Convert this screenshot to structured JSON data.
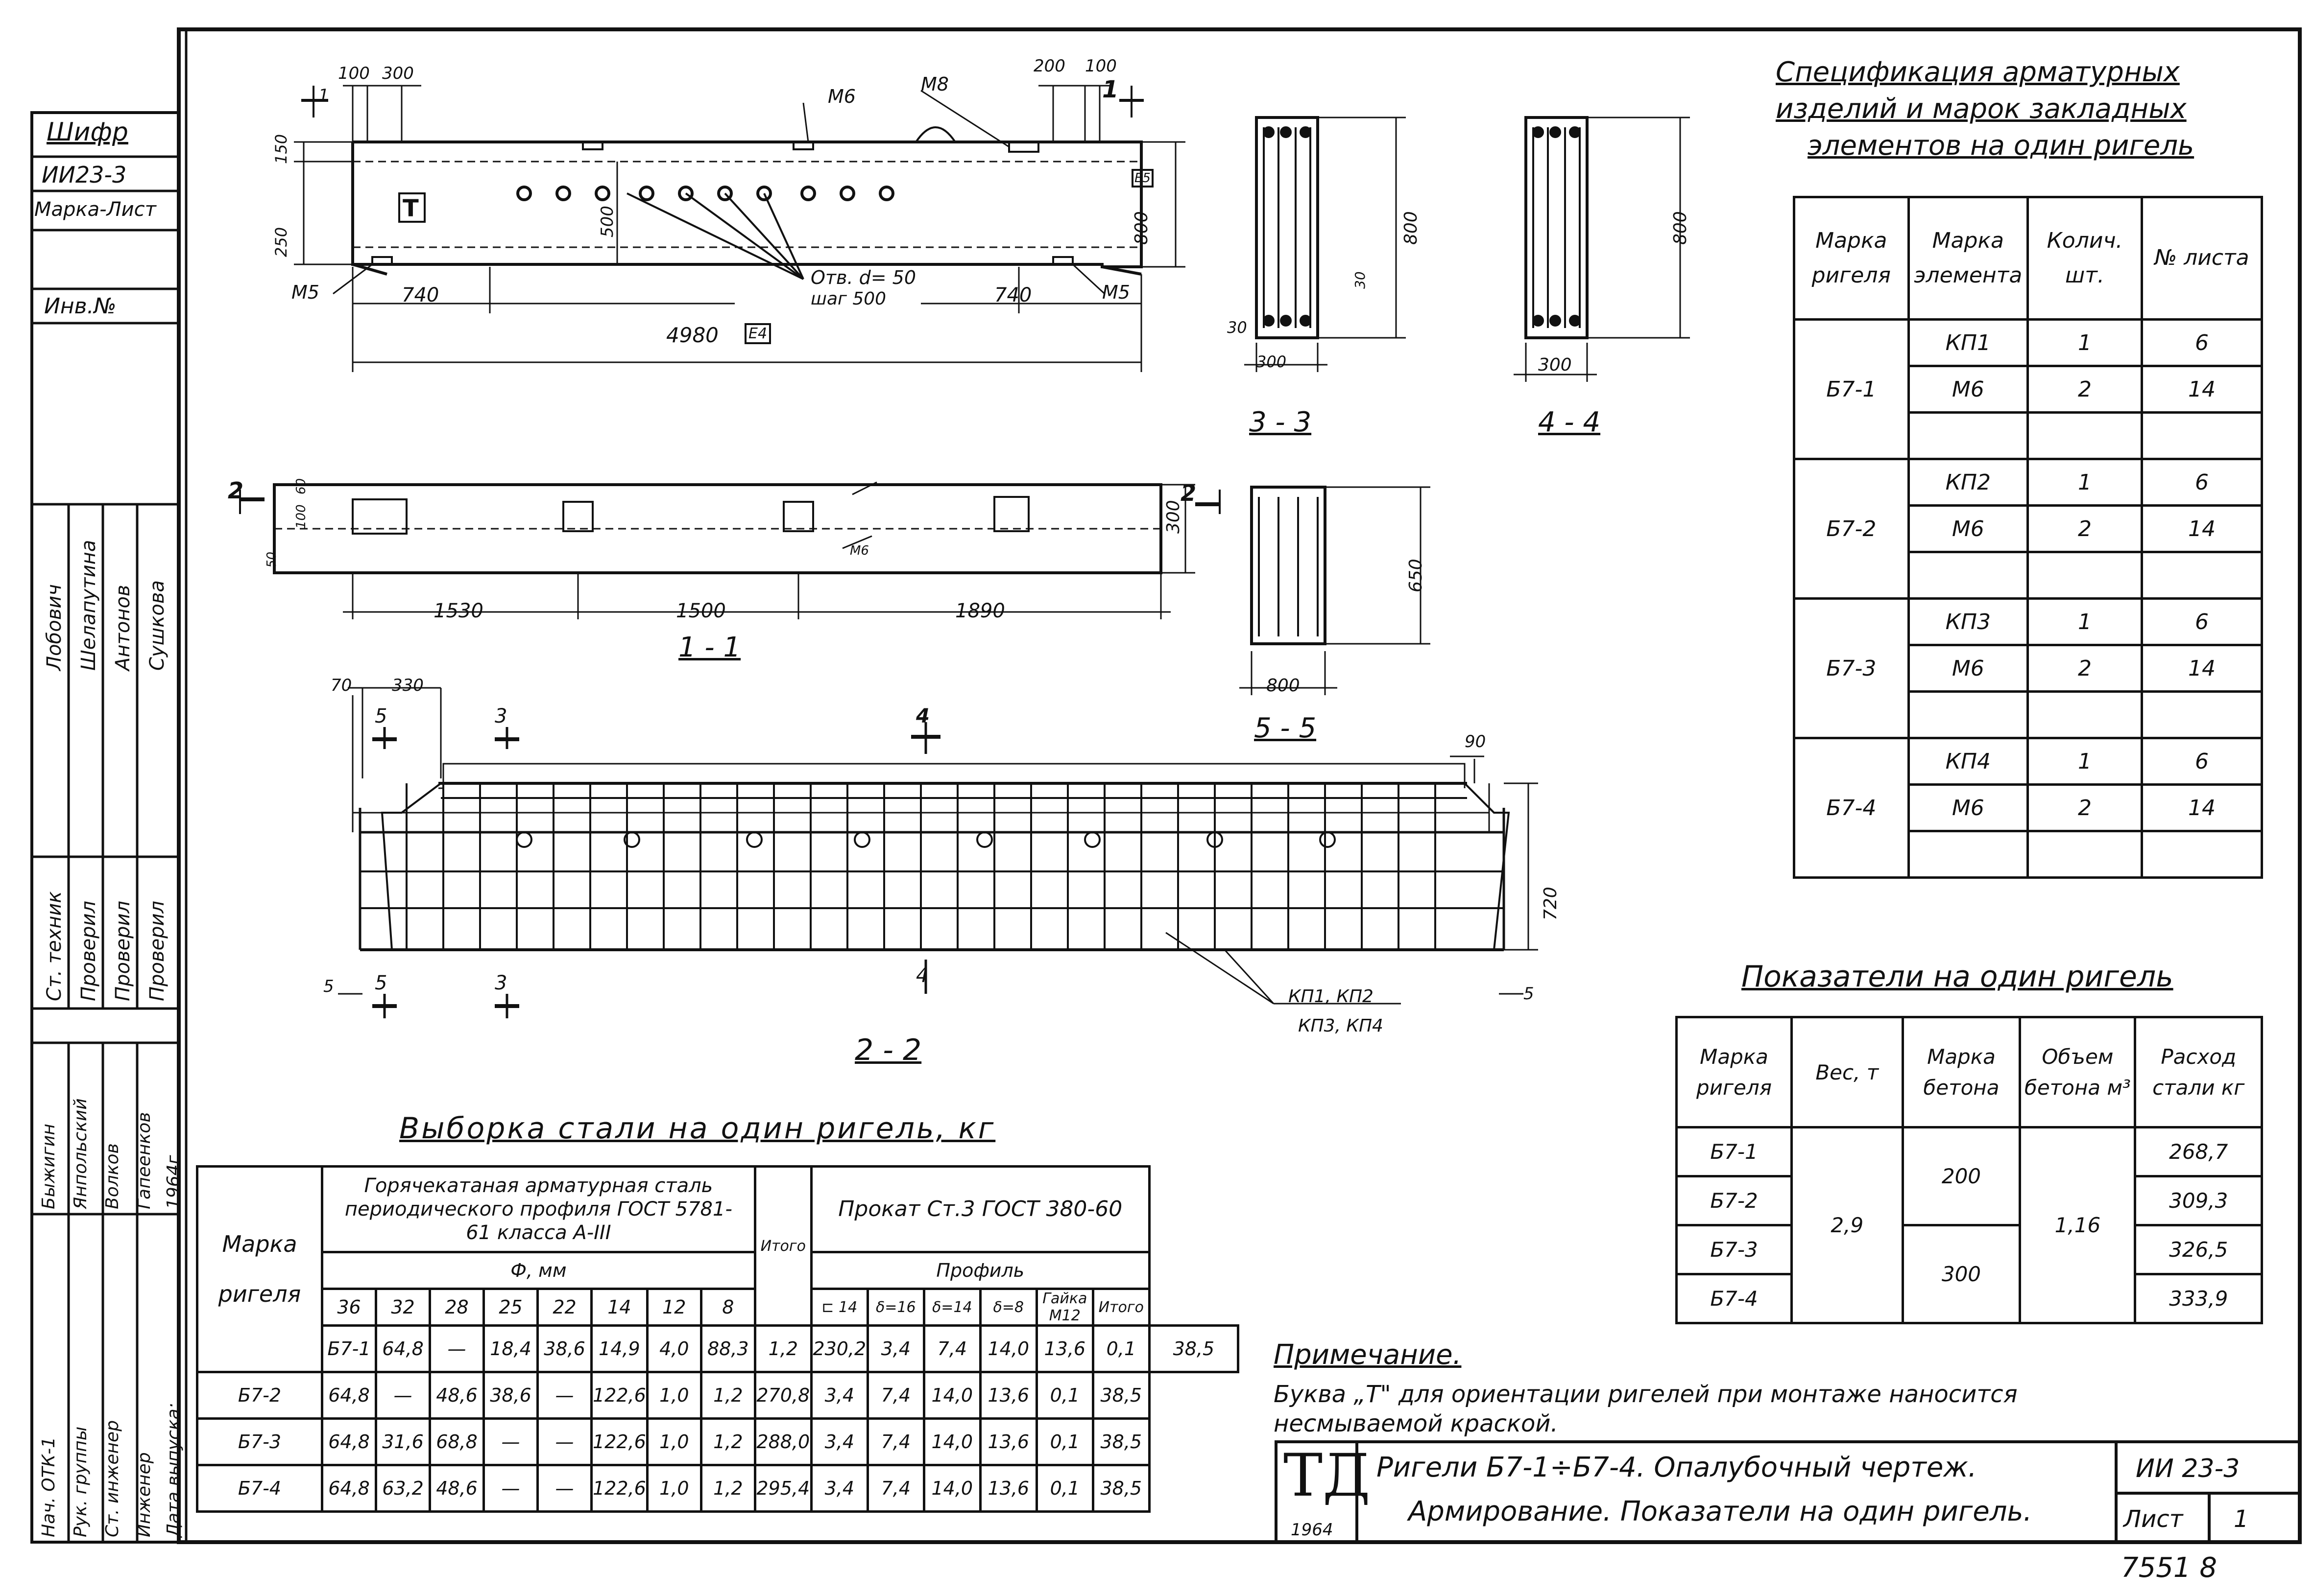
{
  "side_stamp": {
    "shifr_label": "Шифр",
    "shifr_value": "ИИ23-3",
    "marka_label": "Марка-Лист",
    "inv_label": "Инв.№",
    "roles": [
      {
        "role": "Нач. ОТК-1",
        "name": "Быжигин"
      },
      {
        "role": "Рук. группы",
        "name": "Янпольский"
      },
      {
        "role": "Ст. инженер",
        "name": "Волков"
      },
      {
        "role": "Инженер",
        "name": "Гапеенков"
      },
      {
        "role": "Дата выпуска:",
        "name": "1964г."
      }
    ],
    "roles2": [
      {
        "role": "Ст. техник",
        "name": "Лобович"
      },
      {
        "role": "Проверил",
        "name": "Шелапутина"
      },
      {
        "role": "Проверил",
        "name": "Антонов"
      },
      {
        "role": "Проверил",
        "name": "Сушкова"
      }
    ]
  },
  "drawing": {
    "elev_dims": {
      "d100": "100",
      "d300": "300",
      "d200": "200",
      "d100b": "100",
      "d150": "150",
      "d250": "250",
      "d500": "500",
      "d800": "800",
      "d740a": "740",
      "d740b": "740",
      "d4980": "4980",
      "m6": "М6",
      "m8": "М8",
      "m5a": "М5",
      "m5b": "М5",
      "holes": "Отв. d= 50",
      "step": "шаг 500",
      "t": "Т",
      "cut1": "1",
      "e4": "Е4",
      "e5": "Е5"
    },
    "plan_dims": {
      "d1530": "1530",
      "d1500": "1500",
      "d1890": "1890",
      "d300": "300",
      "d50": "50",
      "d100": "100",
      "d60": "60",
      "m6": "М6",
      "cut2": "2"
    },
    "sec_labels": {
      "s11": "1 - 1",
      "s22": "2 - 2",
      "s33": "3 - 3",
      "s44": "4 - 4",
      "s55": "5 - 5"
    },
    "sec_dims": {
      "d800a": "800",
      "d800b": "800",
      "d30a": "30",
      "d30b": "30",
      "d300a": "300",
      "d300b": "300",
      "d650": "650",
      "d800c": "800"
    },
    "reinf": {
      "d70": "70",
      "d330": "330",
      "d720": "720",
      "d90": "90",
      "d5a": "5",
      "d5b": "5",
      "s3": "3",
      "s4": "4",
      "s5": "5",
      "kp1": "КП1, КП2",
      "kp3": "КП3, КП4"
    }
  },
  "spec_table": {
    "title_lines": [
      "Спецификация арматурных",
      "изделий и марок закладных",
      "элементов на один ригель"
    ],
    "headers": [
      "Марка ригеля",
      "Марка элемента",
      "Колич. шт.",
      "№ листа"
    ],
    "groups": [
      {
        "mark": "Б7-1",
        "rows": [
          [
            "КП1",
            "1",
            "6"
          ],
          [
            "М6",
            "2",
            "14"
          ],
          [
            "",
            "",
            ""
          ]
        ]
      },
      {
        "mark": "Б7-2",
        "rows": [
          [
            "КП2",
            "1",
            "6"
          ],
          [
            "М6",
            "2",
            "14"
          ],
          [
            "",
            "",
            ""
          ]
        ]
      },
      {
        "mark": "Б7-3",
        "rows": [
          [
            "КП3",
            "1",
            "6"
          ],
          [
            "М6",
            "2",
            "14"
          ],
          [
            "",
            "",
            ""
          ]
        ]
      },
      {
        "mark": "Б7-4",
        "rows": [
          [
            "КП4",
            "1",
            "6"
          ],
          [
            "М6",
            "2",
            "14"
          ],
          [
            "",
            "",
            ""
          ]
        ]
      }
    ]
  },
  "indicators_table": {
    "title": "Показатели на один ригель",
    "headers": [
      "Марка ригеля",
      "Вес, т",
      "Марка бетона",
      "Объем бетона м³",
      "Расход стали кг"
    ],
    "marks": [
      "Б7-1",
      "Б7-2",
      "Б7-3",
      "Б7-4"
    ],
    "weight": "2,9",
    "concrete_200": "200",
    "concrete_300": "300",
    "volume": "1,16",
    "steel": [
      "268,7",
      "309,3",
      "326,5",
      "333,9"
    ]
  },
  "steel_table": {
    "title": "Выборка стали на один ригель, кг",
    "header_mark": "Марка ригеля",
    "header_rebar": "Горячекатаная арматурная сталь периодического профиля ГОСТ 5781-61 класса А-III",
    "header_diam": "Ф, мм",
    "header_rolled": "Прокат Ст.3 ГОСТ 380-60",
    "header_profile": "Профиль",
    "total": "Итого",
    "diams": [
      "36",
      "32",
      "28",
      "25",
      "22",
      "14",
      "12",
      "8"
    ],
    "profiles": [
      "⊏ 14",
      "δ=16",
      "δ=14",
      "δ=8",
      "Гайка М12"
    ],
    "rows": [
      {
        "mark": "Б7-1",
        "vals": [
          "64,8",
          "—",
          "18,4",
          "38,6",
          "14,9",
          "4,0",
          "88,3",
          "1,2",
          "230,2",
          "3,4",
          "7,4",
          "14,0",
          "13,6",
          "0,1",
          "38,5"
        ]
      },
      {
        "mark": "Б7-2",
        "vals": [
          "64,8",
          "—",
          "48,6",
          "38,6",
          "—",
          "122,6",
          "1,0",
          "1,2",
          "270,8",
          "3,4",
          "7,4",
          "14,0",
          "13,6",
          "0,1",
          "38,5"
        ]
      },
      {
        "mark": "Б7-3",
        "vals": [
          "64,8",
          "31,6",
          "68,8",
          "—",
          "—",
          "122,6",
          "1,0",
          "1,2",
          "288,0",
          "3,4",
          "7,4",
          "14,0",
          "13,6",
          "0,1",
          "38,5"
        ]
      },
      {
        "mark": "Б7-4",
        "vals": [
          "64,8",
          "63,2",
          "48,6",
          "—",
          "—",
          "122,6",
          "1,0",
          "1,2",
          "295,4",
          "3,4",
          "7,4",
          "14,0",
          "13,6",
          "0,1",
          "38,5"
        ]
      }
    ]
  },
  "note": {
    "title": "Примечание.",
    "text1": "Буква „Т\" для ориентации ригелей при монтаже наносится",
    "text2": "несмываемой краской."
  },
  "title_block": {
    "logo": "ТД",
    "year": "1964",
    "line1": "Ригели Б7-1÷Б7-4. Опалубочный чертеж.",
    "line2": "Армирование. Показатели на один ригель.",
    "code": "ИИ 23-3",
    "sheet_label": "Лист",
    "sheet_no": "1",
    "stamp_no": "7551 8"
  }
}
